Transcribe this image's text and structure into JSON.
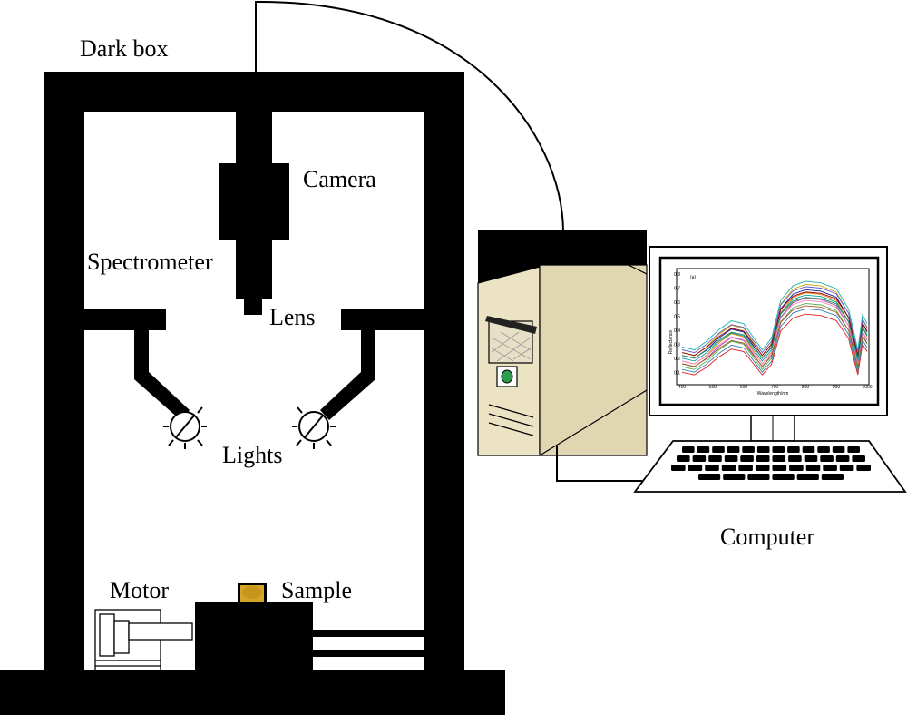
{
  "labels": {
    "dark_box": "Dark box",
    "camera": "Camera",
    "spectrometer": "Spectrometer",
    "lens": "Lens",
    "lights": "Lights",
    "motor": "Motor",
    "sample": "Sample",
    "computer": "Computer"
  },
  "screen_plot": {
    "panel_label": "(a)",
    "xlabel": "Wavelength/nm",
    "ylabel": "Reflectance",
    "x_ticks": [
      "400",
      "500",
      "600",
      "700",
      "800",
      "900",
      "1000"
    ],
    "y_ticks": [
      "0.8",
      "0.7",
      "0.6",
      "0.5",
      "0.4",
      "0.3",
      "0.2",
      "0.1"
    ],
    "x_range": [
      400,
      1000
    ],
    "y_range": [
      0.05,
      0.8
    ],
    "series_count": 14,
    "series_colors": [
      "#e41a1c",
      "#377eb8",
      "#4daf4a",
      "#984ea3",
      "#ff7f00",
      "#a65628",
      "#f781bf",
      "#00a0a0",
      "#1a1a9a",
      "#c8a800",
      "#2e8b57",
      "#8b0000",
      "#6a5acd",
      "#20b2aa"
    ]
  }
}
